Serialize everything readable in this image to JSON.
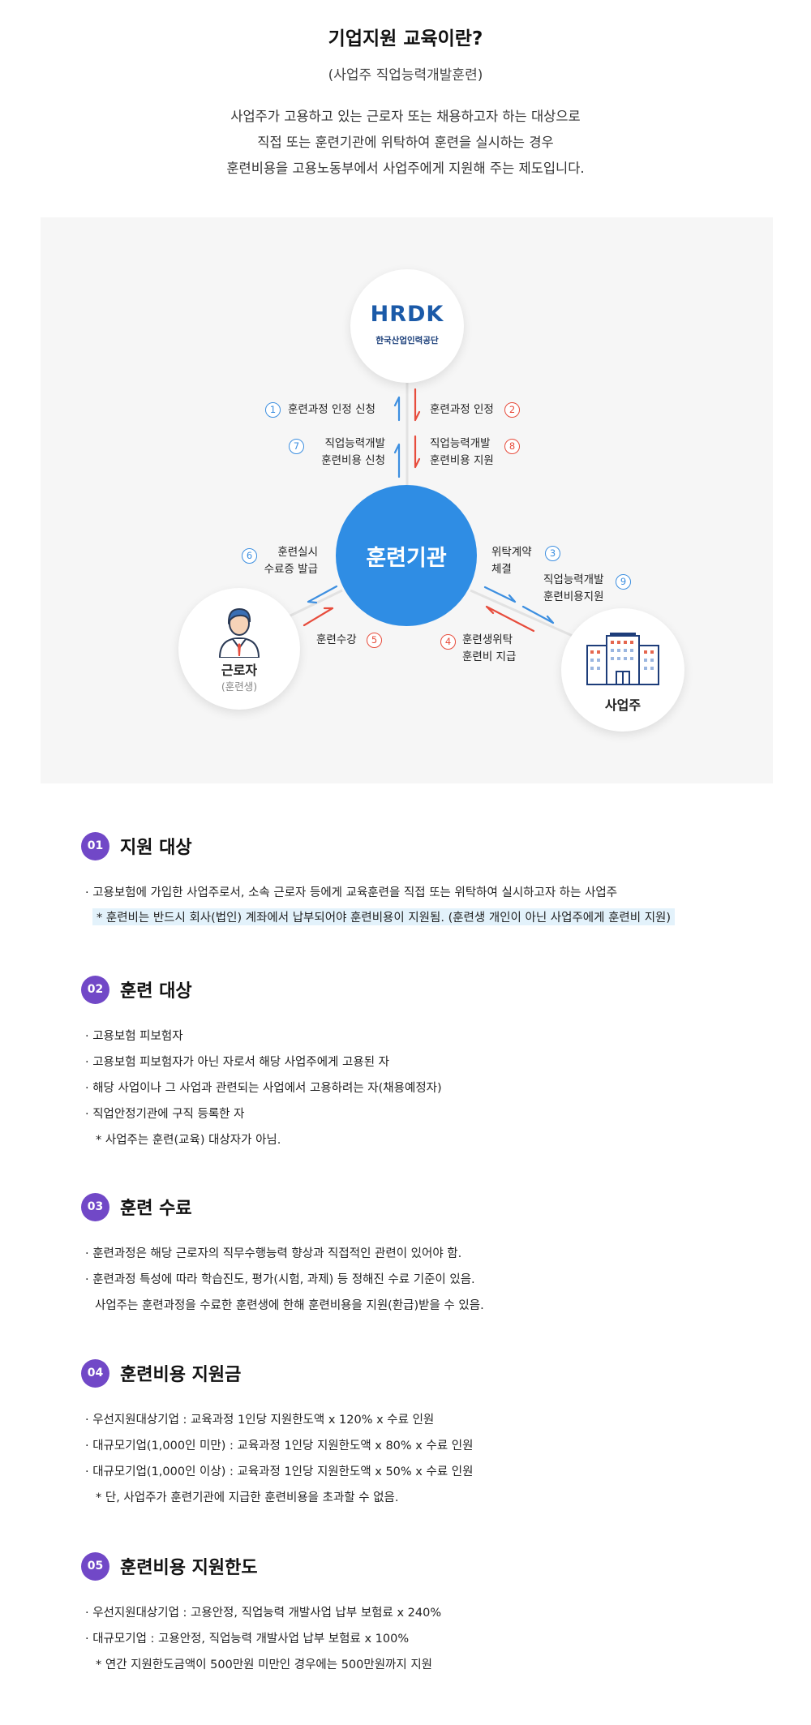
{
  "intro": {
    "title": "기업지원 교육이란?",
    "subtitle": "(사업주 직업능력개발훈련)",
    "desc": [
      "사업주가 고용하고 있는 근로자 또는 채용하고자 하는 대상으로",
      "직접 또는 훈련기관에 위탁하여 훈련을 실시하는 경우",
      "훈련비용을 고용노동부에서 사업주에게 지원해 주는 제도입니다."
    ]
  },
  "diagram": {
    "hrdk_logo": "HRDK",
    "hrdk_name": "한국산업인력공단",
    "center": "훈련기관",
    "worker": {
      "name": "근로자",
      "sub": "(훈련생)"
    },
    "company": {
      "name": "사업주"
    },
    "steps": [
      {
        "num": "1",
        "lines": [
          "훈련과정 인정 신청"
        ]
      },
      {
        "num": "2",
        "lines": [
          "훈련과정 인정"
        ]
      },
      {
        "num": "7",
        "lines": [
          "직업능력개발",
          "훈련비용 신청"
        ]
      },
      {
        "num": "8",
        "lines": [
          "직업능력개발",
          "훈련비용 지원"
        ]
      },
      {
        "num": "6",
        "lines": [
          "훈련실시",
          "수료증 발급"
        ]
      },
      {
        "num": "3",
        "lines": [
          "위탁계약",
          "체결"
        ]
      },
      {
        "num": "9",
        "lines": [
          "직업능력개발",
          "훈련비용지원"
        ]
      },
      {
        "num": "5",
        "lines": [
          "훈련수강"
        ]
      },
      {
        "num": "4",
        "lines": [
          "훈련생위탁",
          "훈련비 지급"
        ]
      }
    ],
    "colors": {
      "blue": "#3d8fe0",
      "red": "#e74c3c",
      "center": "#2f8de4"
    }
  },
  "sections": [
    {
      "num": "01",
      "title": "지원 대상",
      "lines": [
        "· 고용보험에 가입한 사업주로서, 소속 근로자 등에게 교육훈련을 직접 또는 위탁하여 실시하고자 하는 사업주",
        "* 훈련비는 반드시 회사(법인) 계좌에서 납부되어야 훈련비용이 지원됨. (훈련생 개인이 아닌 사업주에게 훈련비 지원)"
      ]
    },
    {
      "num": "02",
      "title": "훈련 대상",
      "lines": [
        "· 고용보험 피보험자",
        "· 고용보험 피보험자가 아닌 자로서 해당 사업주에게 고용된 자",
        "· 해당 사업이나 그 사업과 관련되는 사업에서 고용하려는 자(채용예정자)",
        "· 직업안정기관에 구직 등록한 자",
        "* 사업주는 훈련(교육) 대상자가 아님."
      ]
    },
    {
      "num": "03",
      "title": "훈련 수료",
      "lines": [
        "· 훈련과정은 해당 근로자의 직무수행능력 향상과 직접적인 관련이 있어야 함.",
        "· 훈련과정 특성에 따라 학습진도, 평가(시험, 과제) 등 정해진 수료 기준이 있음.",
        "사업주는 훈련과정을 수료한 훈련생에 한해 훈련비용을 지원(환급)받을 수 있음."
      ]
    },
    {
      "num": "04",
      "title": "훈련비용 지원금",
      "lines": [
        "· 우선지원대상기업 : 교육과정 1인당 지원한도액 x 120% x 수료 인원",
        "· 대규모기업(1,000인 미만) : 교육과정 1인당 지원한도액 x 80% x 수료 인원",
        "· 대규모기업(1,000인 이상) : 교육과정 1인당 지원한도액 x 50% x 수료 인원",
        "* 단, 사업주가 훈련기관에 지급한 훈련비용을 초과할 수 없음."
      ]
    },
    {
      "num": "05",
      "title": "훈련비용 지원한도",
      "lines": [
        "· 우선지원대상기업 : 고용안정, 직업능력 개발사업 납부 보험료 x 240%",
        "· 대규모기업 : 고용안정, 직업능력 개발사업 납부 보험료 x 100%",
        "* 연간 지원한도금액이 500만원 미만인 경우에는 500만원까지 지원"
      ]
    }
  ]
}
